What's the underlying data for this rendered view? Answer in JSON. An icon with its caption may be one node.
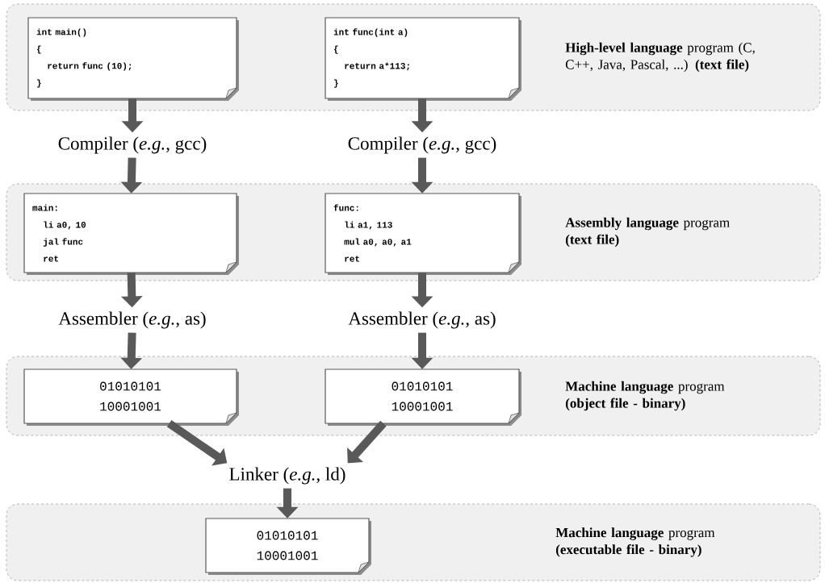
{
  "diagram": {
    "nodes": [
      {
        "text": [
          "**High-level language** program (C, C++, Java, Pascal, ...) **(text file)**"
        ]
      },
      {
        "text": [
          "int main()",
          "{",
          "return func (10);",
          "}"
        ],
        "in": 0
      },
      {
        "text": [
          "int func(int a)",
          "{",
          "return a*113;",
          "}"
        ],
        "in": 0
      },
      {
        "text": [
          "Compiler (*e.g.*, gcc)"
        ]
      },
      {
        "text": [
          "Compiler (*e.g.*, gcc)"
        ]
      },
      {
        "text": [
          "**Assembly language** program **(text file)**"
        ]
      },
      {
        "text": [
          "main:",
          "li a0, 10",
          "jal func",
          "ret"
        ],
        "in": 5
      },
      {
        "text": [
          "func:",
          "li a1, 113",
          "mul a0, a0, a1",
          "ret"
        ],
        "in": 5
      },
      {
        "text": [
          "Assembler (*e.g.*, as)"
        ]
      },
      {
        "text": [
          "Assembler (*e.g.*, as)"
        ]
      },
      {
        "text": [
          "**Machine language** program **(object file - binary)**"
        ]
      },
      {
        "text": [
          "01010101",
          "10001001"
        ],
        "in": 10
      },
      {
        "text": [
          "01010101",
          "10001001"
        ],
        "in": 10
      },
      {
        "text": [
          "Linker (*e.g.*, ld)"
        ]
      },
      {
        "text": [
          "**Machine language** program **(executable file - binary)**"
        ]
      },
      {
        "text": [
          "01010101",
          "10001001"
        ],
        "in": 14
      }
    ],
    "edges": [
      {
        "from": 1,
        "to": 3,
        "arrow": "to"
      },
      {
        "from": 3,
        "to": 6,
        "arrow": "to"
      },
      {
        "from": 2,
        "to": 4,
        "arrow": "to"
      },
      {
        "from": 4,
        "to": 7,
        "arrow": "to"
      },
      {
        "from": 6,
        "to": 8,
        "arrow": "to"
      },
      {
        "from": 8,
        "to": 11,
        "arrow": "to"
      },
      {
        "from": 7,
        "to": 9,
        "arrow": "to"
      },
      {
        "from": 9,
        "to": 12,
        "arrow": "to"
      },
      {
        "from": 11,
        "to": 13,
        "arrow": "to"
      },
      {
        "from": 12,
        "to": 13,
        "arrow": "to"
      },
      {
        "from": 13,
        "to": 15,
        "arrow": "to"
      }
    ]
  }
}
